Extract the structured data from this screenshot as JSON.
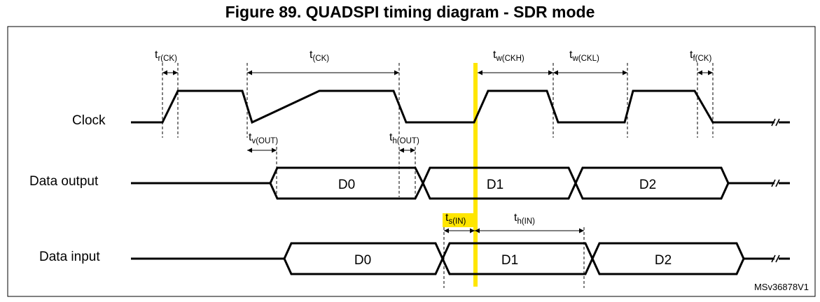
{
  "title": "Figure 89. QUADSPI timing diagram - SDR mode",
  "signals": {
    "clock": "Clock",
    "data_output": "Data output",
    "data_input": "Data input"
  },
  "data_output_cells": [
    "D0",
    "D1",
    "D2"
  ],
  "data_input_cells": [
    "D0",
    "D1",
    "D2"
  ],
  "timing": {
    "tr_ck": {
      "base": "t",
      "sub": "r(CK)"
    },
    "t_ck": {
      "base": "t",
      "sub": "(CK)"
    },
    "tw_ckh": {
      "base": "t",
      "sub": "w(CKH)"
    },
    "tw_ckl": {
      "base": "t",
      "sub": "w(CKL)"
    },
    "tf_ck": {
      "base": "t",
      "sub": "f(CK)"
    },
    "tv_out": {
      "base": "t",
      "sub": "v(OUT)"
    },
    "th_out": {
      "base": "t",
      "sub": "h(OUT)"
    },
    "ts_in": {
      "base": "t",
      "sub": "s(IN)"
    },
    "th_in": {
      "base": "t",
      "sub": "h(IN)"
    }
  },
  "figure_tag": "MSv36878V1",
  "colors": {
    "highlight": "#FFE600",
    "line": "#000000"
  }
}
